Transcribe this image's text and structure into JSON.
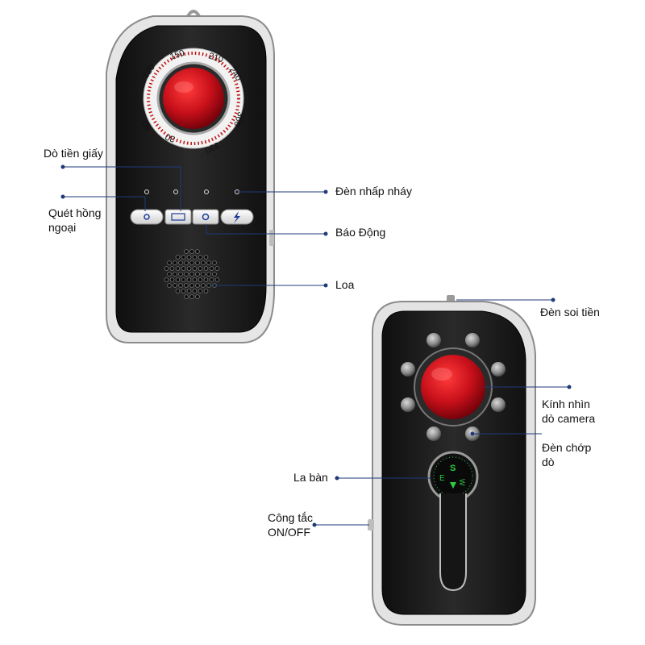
{
  "front_device": {
    "dial_numbers": [
      "150",
      "210",
      "120",
      "240",
      "60",
      "300",
      "30",
      "330"
    ]
  },
  "back_device": {
    "compass_letters": [
      "S",
      "E",
      "W"
    ]
  },
  "labels": {
    "do_tien_giay": "Dò tiền giấy",
    "quet_hong_ngoai_1": "Quét hồng",
    "quet_hong_ngoai_2": "ngoại",
    "den_nhap_nhay": "Đèn nhấp nháy",
    "bao_dong": "Báo Động",
    "loa": "Loa",
    "den_soi_tien": "Đèn soi tiền",
    "kinh_nhin_1": "Kính nhìn",
    "kinh_nhin_2": "dò camera",
    "den_chop_1": "Đèn chớp",
    "den_chop_2": "dò",
    "la_ban": "La bàn",
    "cong_tac_1": "Công tắc",
    "cong_tac_2": "ON/OFF"
  },
  "colors": {
    "leader_line": "#1f3a7a",
    "lens_red": "#c8101a",
    "body_black": "#1c1c1c",
    "compass_green": "#2ecc40"
  }
}
